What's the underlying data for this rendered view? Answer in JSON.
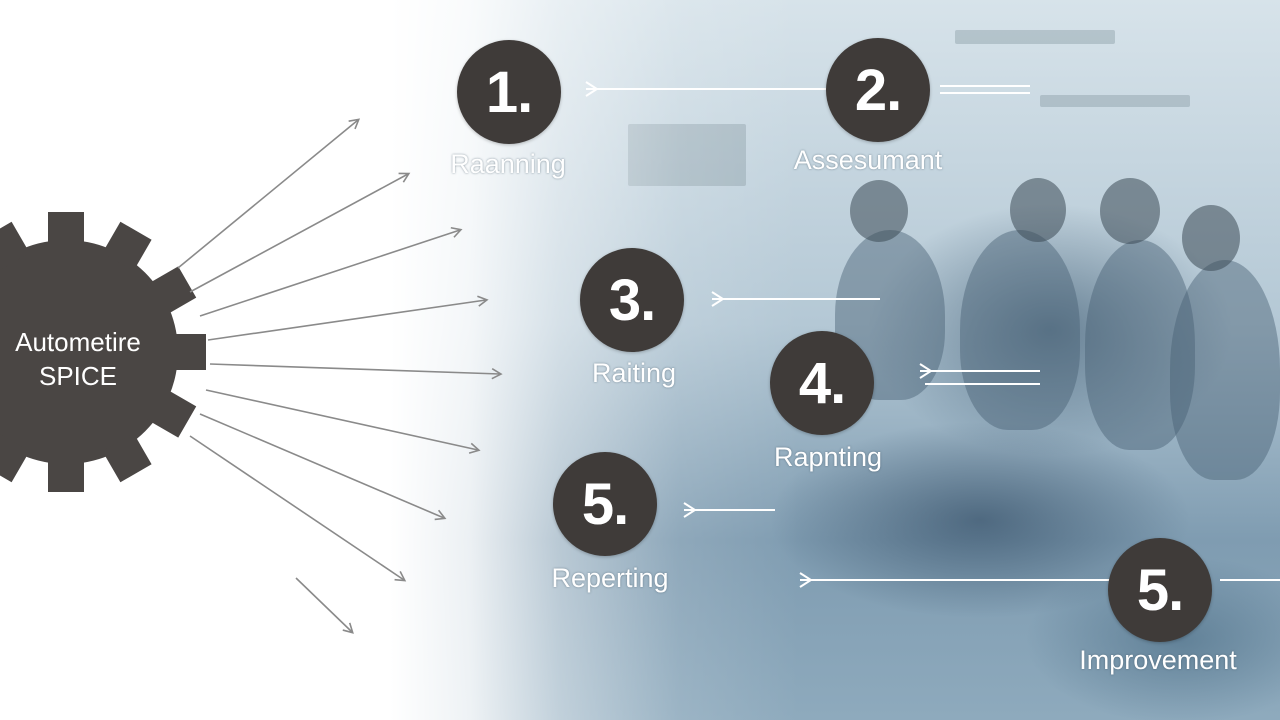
{
  "gear": {
    "line1": "Autometire",
    "line2": "SPICE"
  },
  "steps": [
    {
      "number": "1.",
      "label": "Raanning"
    },
    {
      "number": "2.",
      "label": "Assesumant"
    },
    {
      "number": "3.",
      "label": "Raiting"
    },
    {
      "number": "4.",
      "label": "Rapnting"
    },
    {
      "number": "5.",
      "label": "Reperting"
    },
    {
      "number": "5.",
      "label": "Improvement"
    }
  ],
  "colors": {
    "circle_fill": "#3f3b39",
    "gear_fill": "#4a4644",
    "arrow_stroke": "#8a8a8a"
  }
}
